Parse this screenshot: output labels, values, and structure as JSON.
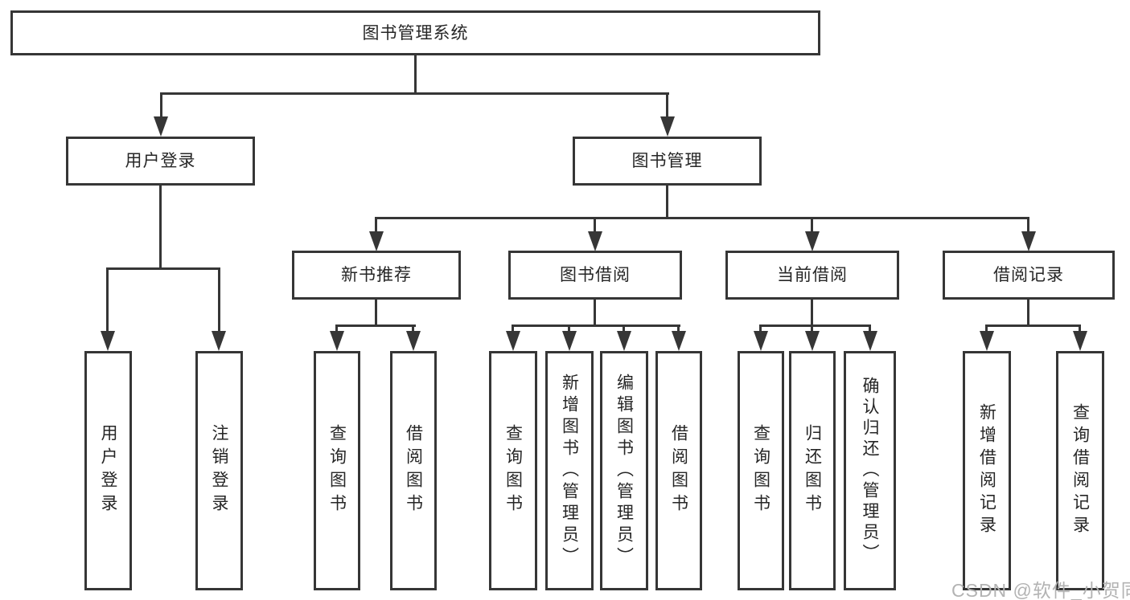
{
  "diagram": {
    "root": "图书管理系统",
    "level2": {
      "user_login": "用户登录",
      "book_mgmt": "图书管理"
    },
    "level3": {
      "new_book_rec": "新书推荐",
      "book_borrow": "图书借阅",
      "current_borrow": "当前借阅",
      "borrow_records": "借阅记录"
    },
    "leaves": {
      "user_login": "用户登录",
      "logout": "注销登录",
      "rec_query_book": "查询图书",
      "rec_borrow_book": "借阅图书",
      "bor_query_book": "查询图书",
      "bor_add_book": "新增图书（管理员）",
      "bor_edit_book": "编辑图书（管理员）",
      "bor_borrow_book": "借阅图书",
      "cur_query_book": "查询图书",
      "cur_return_book": "归还图书",
      "cur_confirm_return": "确认归还（管理员）",
      "rec2_add_record": "新增借阅记录",
      "rec2_query_record": "查询借阅记录"
    }
  },
  "watermark": "CSDN @软件_小贺同学",
  "colors": {
    "line": "#363636",
    "box_border": "#363636",
    "text": "#262626",
    "watermark": "#b3b3b3",
    "background": "#ffffff"
  }
}
